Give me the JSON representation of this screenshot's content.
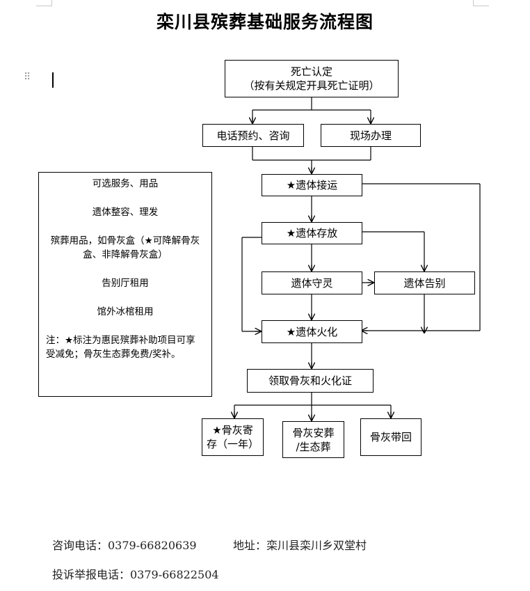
{
  "title": "栾川县殡葬基础服务流程图",
  "flow": {
    "death_certification": [
      "死亡认定",
      "（按有关规定开具死亡证明）"
    ],
    "phone_booking": "电话预约、咨询",
    "onsite": "现场办理",
    "pickup": "★遗体接运",
    "storage": "★遗体存放",
    "vigil": "遗体守灵",
    "farewell": "遗体告别",
    "cremation": "★遗体火化",
    "collect": "领取骨灰和火化证",
    "deposit": [
      "★骨灰寄",
      "存（一年）"
    ],
    "burial": [
      "骨灰安葬",
      "/生态葬"
    ],
    "take_home": "骨灰带回"
  },
  "optional": {
    "heading": "可选服务、用品",
    "items": [
      "遗体整容、理发",
      "殡葬用品，如骨灰盒（★可降解骨灰盒、非降解骨灰盒）",
      "告别厅租用",
      "馆外冰棺租用"
    ],
    "note": "注：★标注为惠民殡葬补助项目可享受减免；骨灰生态葬免费/奖补。"
  },
  "footer": {
    "consult": "咨询电话：0379-66820639",
    "address": "地址：栾川县栾川乡双堂村",
    "complaint": "投诉举报电话：0379-66822504"
  }
}
